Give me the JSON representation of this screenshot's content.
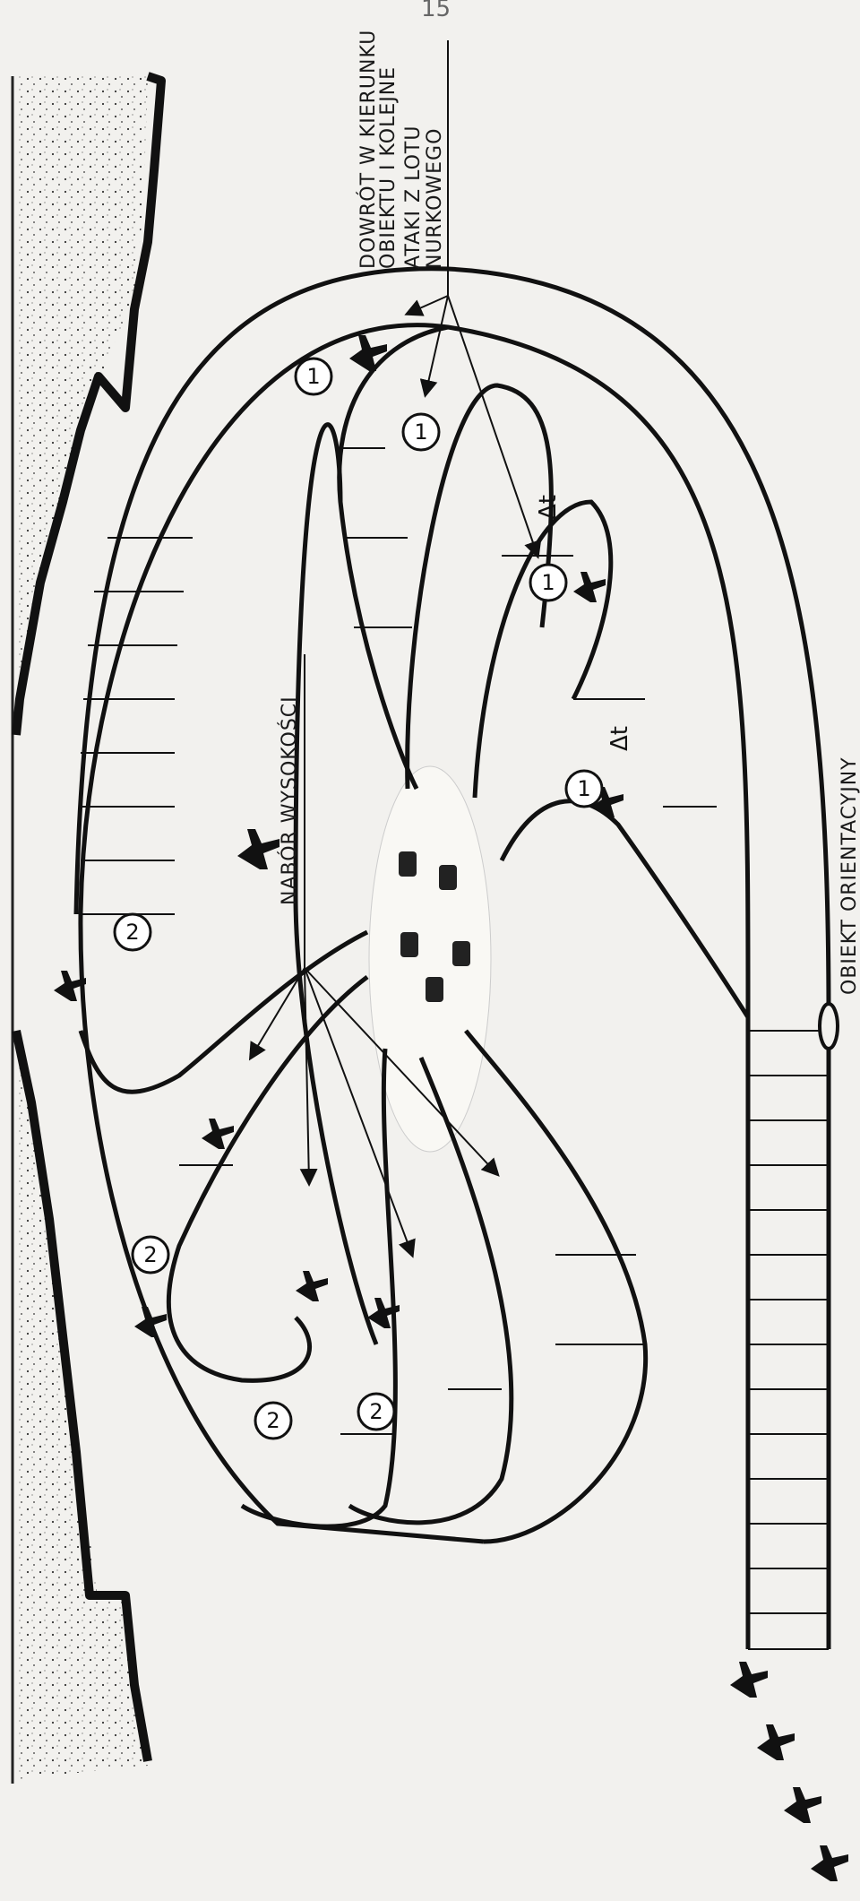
{
  "page_number": "15",
  "labels": {
    "return_line1": "DOWRÓT W KIERUNKU",
    "return_line2": "OBIEKTU I KOLEJNE",
    "return_line3": "ATAKI Z LOTU",
    "return_line4": "NURKOWEGO",
    "climb": "NABÓR WYSOKOŚCI",
    "landmark": "OBIEKT ORIENTACYJNY"
  },
  "markers": {
    "group1": "1",
    "group2": "2",
    "delta_t": "Δt"
  },
  "colors": {
    "ink": "#111111",
    "paper": "#f2f1ee",
    "target_zone": "#f9f8f4"
  }
}
